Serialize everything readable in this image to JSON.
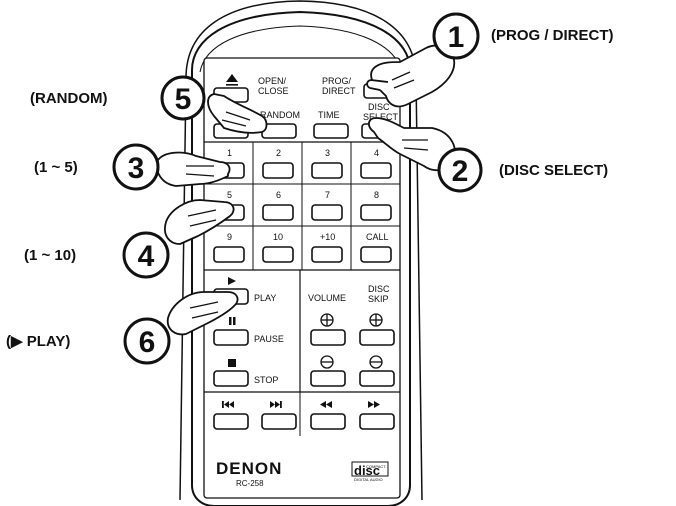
{
  "remote": {
    "brand": "DENON",
    "model": "RC-258",
    "disc_logo": [
      "COMPACT",
      "DIGITAL AUDIO"
    ],
    "top": {
      "open_close": [
        "OPEN/",
        "CLOSE"
      ],
      "prog_direct": [
        "PROG/",
        "DIRECT"
      ],
      "random": "RANDOM",
      "time": "TIME",
      "disc_select": [
        "DISC",
        "SELECT"
      ]
    },
    "numpad": [
      "1",
      "2",
      "3",
      "4",
      "5",
      "6",
      "7",
      "8",
      "9",
      "10",
      "+10",
      "CALL"
    ],
    "transport": {
      "play": "PLAY",
      "pause": "PAUSE",
      "stop": "STOP",
      "volume": "VOLUME",
      "disc_skip": [
        "DISC",
        "SKIP"
      ]
    }
  },
  "callouts": [
    {
      "number": "1",
      "label": "(PROG / DIRECT)"
    },
    {
      "number": "2",
      "label": "(DISC SELECT)"
    },
    {
      "number": "3",
      "label": "(1 ~ 5)"
    },
    {
      "number": "4",
      "label": "(1 ~ 10)"
    },
    {
      "number": "5",
      "label": "(RANDOM)"
    },
    {
      "number": "6",
      "label": "(▶ PLAY)"
    }
  ]
}
